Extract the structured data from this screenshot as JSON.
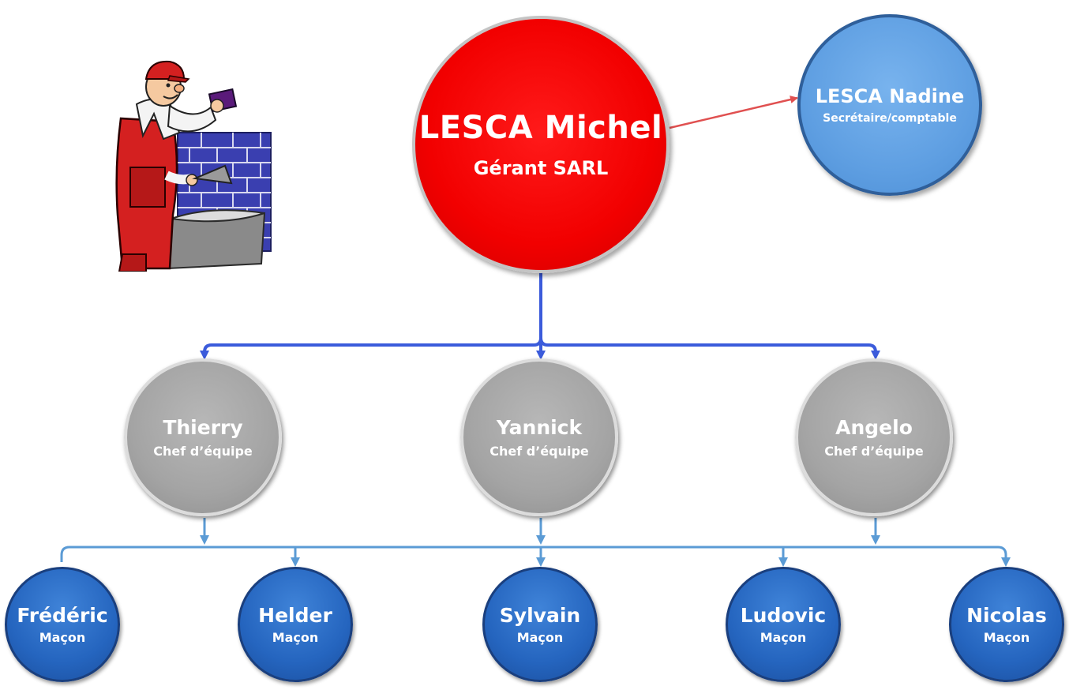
{
  "manager": {
    "name": "LESCA Michel",
    "role": "Gérant SARL",
    "color": "#f20000"
  },
  "secretary": {
    "name": "LESCA Nadine",
    "role": "Secrétaire/comptable",
    "color": "#5f9fe2"
  },
  "team_leaders": [
    {
      "name": "Thierry",
      "role": "Chef d’équipe"
    },
    {
      "name": "Yannick",
      "role": "Chef d’équipe"
    },
    {
      "name": "Angelo",
      "role": "Chef d’équipe"
    }
  ],
  "masons": [
    {
      "name": "Frédéric",
      "role": "Maçon"
    },
    {
      "name": "Helder",
      "role": "Maçon"
    },
    {
      "name": "Sylvain",
      "role": "Maçon"
    },
    {
      "name": "Ludovic",
      "role": "Maçon"
    },
    {
      "name": "Nicolas",
      "role": "Maçon"
    }
  ],
  "colors": {
    "leader_circle": "#a4a4a4",
    "mason_circle": "#2565bf",
    "arrow_manager_to_secretary": "#e05050",
    "arrow_manager_to_leaders": "#3b5bdb",
    "arrow_leaders_to_masons": "#5b9bd5"
  },
  "illustration": "bricklayer-clipart"
}
